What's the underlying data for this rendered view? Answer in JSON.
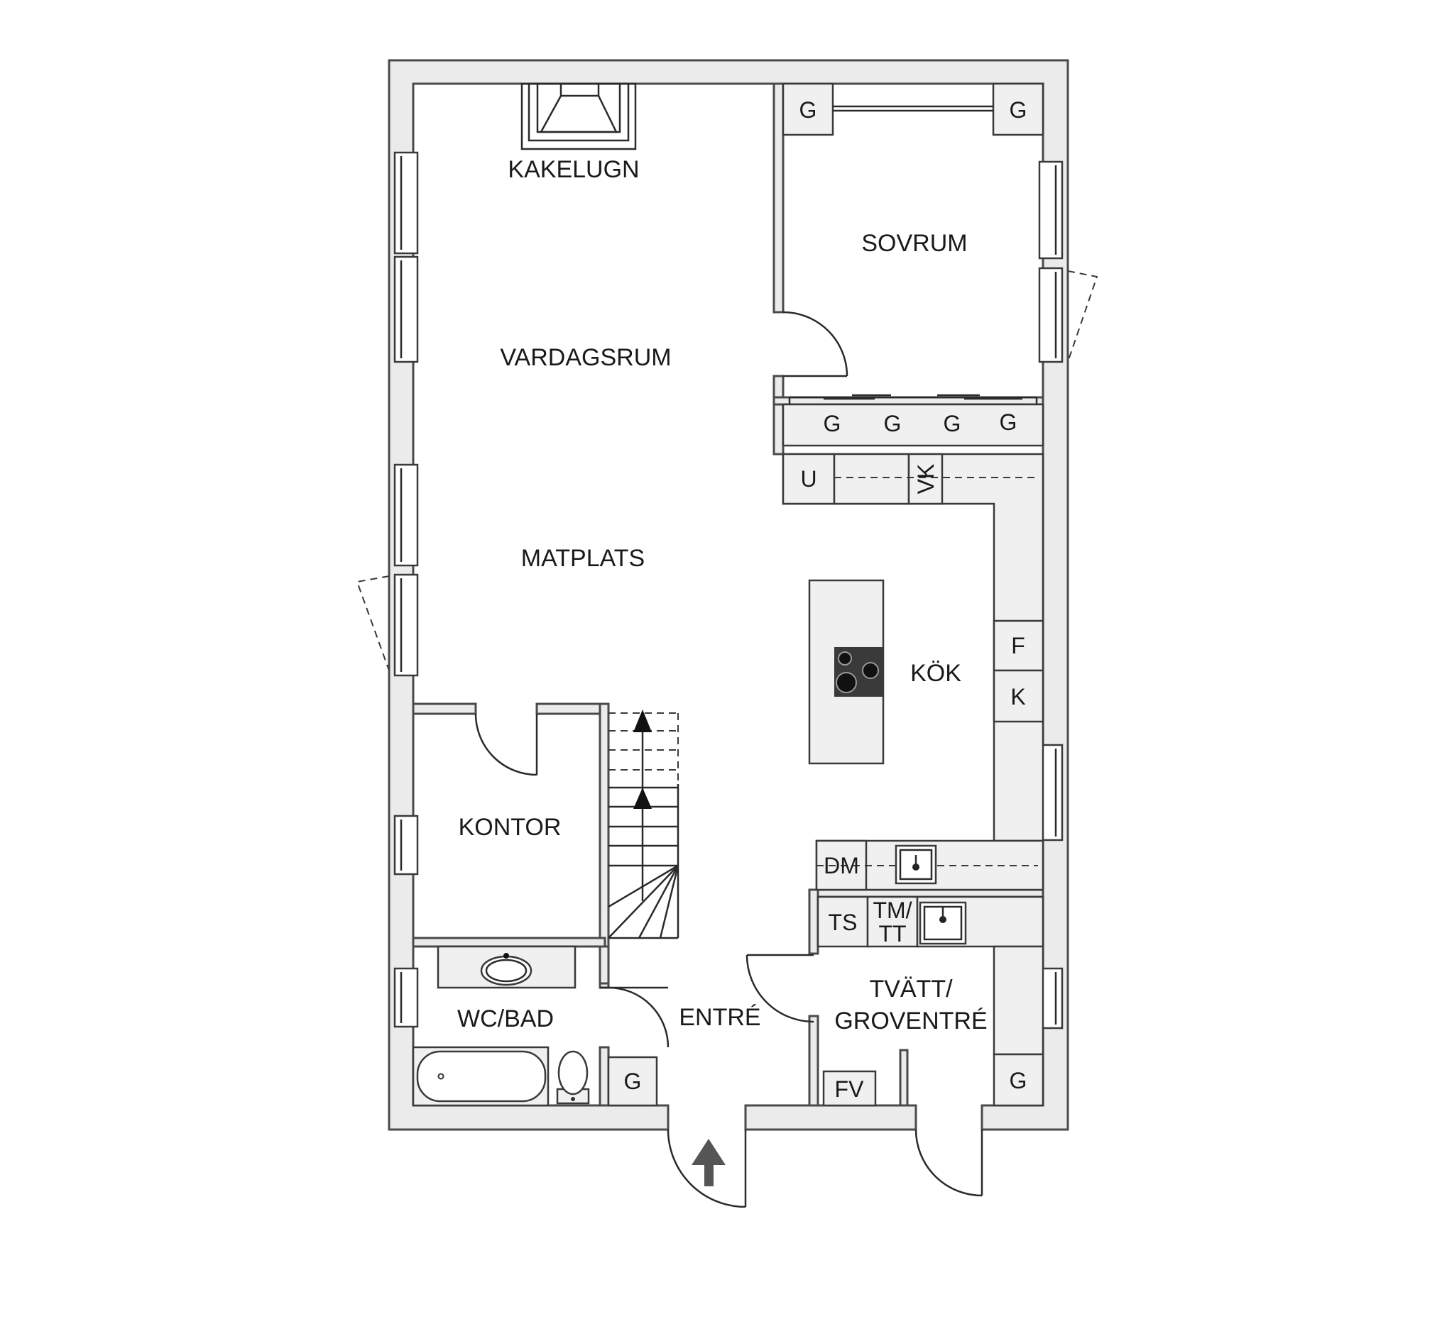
{
  "rooms": {
    "kakelugn": "KAKELUGN",
    "vardagsrum": "VARDAGSRUM",
    "sovrum": "SOVRUM",
    "matplats": "MATPLATS",
    "kok": "KÖK",
    "kontor": "KONTOR",
    "wc_bad": "WC/BAD",
    "entre": "ENTRÉ",
    "tvatt_line1": "TVÄTT/",
    "tvatt_line2": "GROVENTRÉ"
  },
  "fixtures": {
    "g": "G",
    "u": "U",
    "vk": "VK",
    "f": "F",
    "k": "K",
    "dm": "DM",
    "ts": "TS",
    "tm_line1": "TM/",
    "tm_line2": "TT",
    "fv": "FV"
  },
  "colors": {
    "wall_fill": "#ebebeb",
    "line": "#3a3a3a",
    "entrance_arrow": "#555555"
  }
}
